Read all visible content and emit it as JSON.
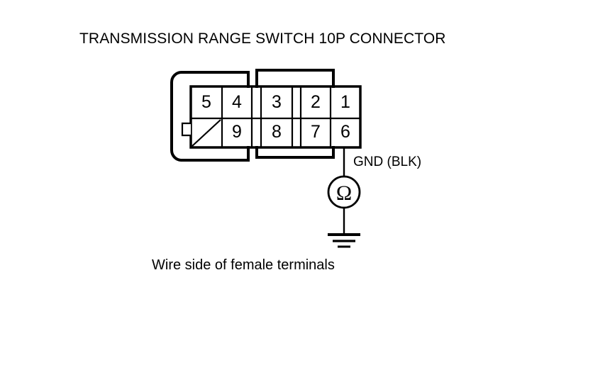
{
  "title": "TRANSMISSION RANGE SWITCH 10P CONNECTOR",
  "caption": "Wire side of female terminals",
  "connector": {
    "name": "Transmission Range Switch 10P Connector",
    "rows": [
      {
        "row": "top",
        "terminals": [
          "5",
          "4",
          "3",
          "2",
          "1"
        ]
      },
      {
        "row": "bottom",
        "terminals": [
          "",
          "9",
          "8",
          "7",
          "6"
        ]
      }
    ],
    "blank_cell": {
      "position": "bottom-left",
      "marking": "diagonal-slash",
      "meaning": "no terminal"
    }
  },
  "wire": {
    "from_terminal": "6",
    "label": "GND (BLK)",
    "color_code": "BLK"
  },
  "instrument": {
    "type": "ohmmeter",
    "symbol": "Ω"
  },
  "ground": {
    "symbol": "earth-ground",
    "bars": 3
  },
  "colors": {
    "stroke": "#000000",
    "background": "#ffffff"
  }
}
